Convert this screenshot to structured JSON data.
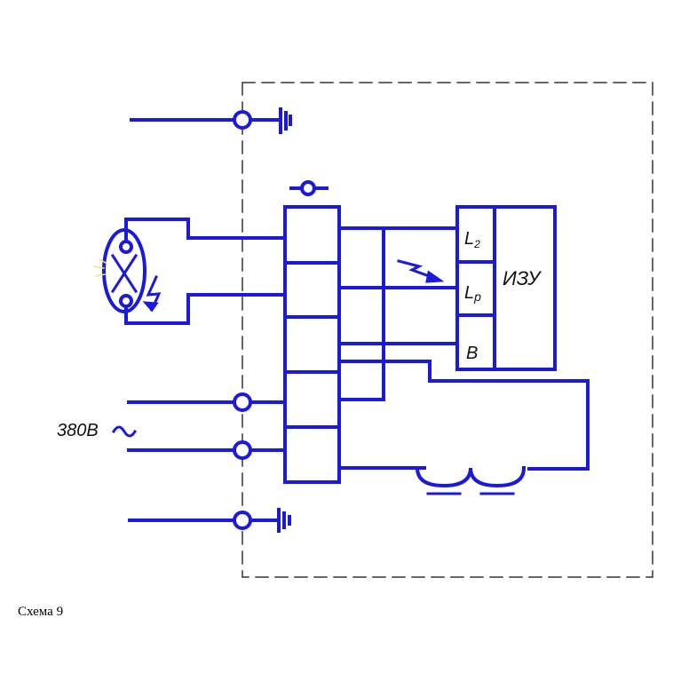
{
  "labels": {
    "l2_main": "L",
    "l2_sub": "2",
    "lp_main": "L",
    "lp_sub": "p",
    "b": "B",
    "izu": "ИЗУ",
    "voltage": "380В"
  },
  "caption": "Схема 9",
  "colors": {
    "wire": "#1a1adf",
    "frame": "#333333",
    "text": "#111111",
    "glow": "#f5e663"
  }
}
